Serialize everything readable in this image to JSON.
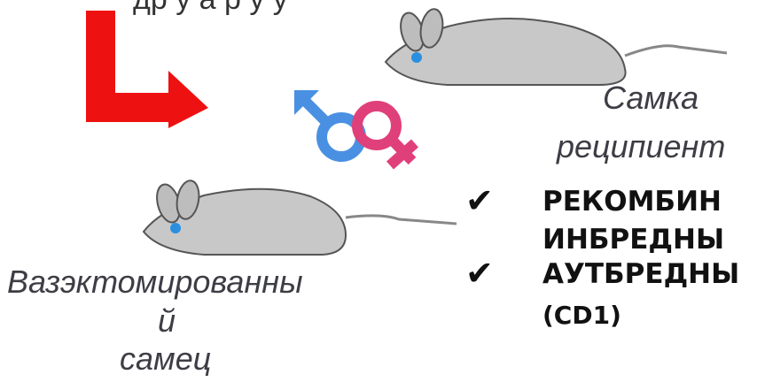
{
  "top_text": "др у         а        р у  у",
  "female_label": [
    "Самка",
    "реципиент"
  ],
  "male_label": [
    "Вазэктомированны",
    "й",
    "самец"
  ],
  "check_items": [
    {
      "mark": "✔",
      "lines": [
        "РЕКОМБИН",
        "ИНБРЕДНЫ"
      ]
    },
    {
      "mark": "✔",
      "lines": [
        "АУТБРЕДНЫ",
        "(CD1)"
      ]
    }
  ],
  "colors": {
    "arrow": "#ee1111",
    "male_symbol": "#4a90e2",
    "female_symbol": "#e0407a",
    "mouse_body": "#c8c8c8",
    "mouse_outline": "#555555",
    "eye": "#2b8fe0"
  }
}
